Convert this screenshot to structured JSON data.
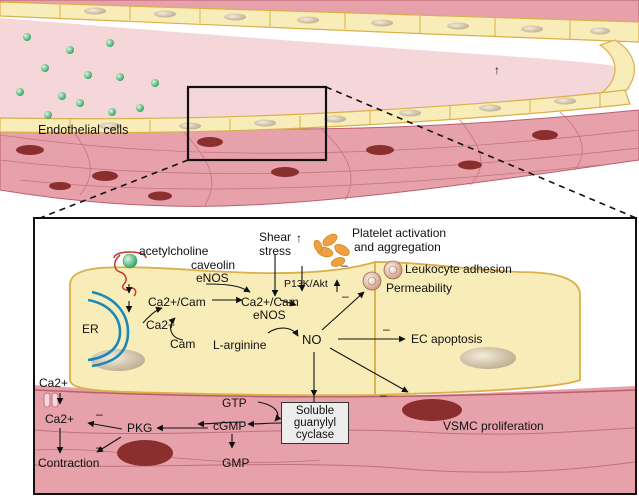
{
  "labels": {
    "endothelial_cells": "Endothelial cells",
    "acetylcholine": "acetylcholine",
    "caveolin": "caveolin",
    "enos_top": "eNOS",
    "ca_cam_left": "Ca2+/Cam",
    "ca_cam_right": "Ca2+/Cam",
    "enos_mid": "eNOS",
    "ca2_er": "Ca2+",
    "cam": "Cam",
    "er": "ER",
    "shear_stress_1": "Shear",
    "shear_stress_2": "stress",
    "pi3k": "P13K/Akt",
    "l_arginine": "L-arginine",
    "no": "NO",
    "platelet_1": "Platelet activation",
    "platelet_2": "and aggregation",
    "leukocyte": "Leukocyte adhesion",
    "permeability": "Permeability",
    "ec_apoptosis": "EC apoptosis",
    "vsmc": "VSMC proliferation",
    "gtp": "GTP",
    "cgmp": "cGMP",
    "gmp": "GMP",
    "pkg": "PKG",
    "ca2_top": "Ca2+",
    "ca2_smc": "Ca2+",
    "contraction": "Contraction",
    "sgc_1": "Soluble",
    "sgc_2": "guanylyl",
    "sgc_3": "cyclase",
    "minus": "–",
    "up_arrow": "↑"
  },
  "colors": {
    "endothelium": "#f8ecb8",
    "endothelium_border": "#d9b04a",
    "smooth_muscle": "#e9a7b1",
    "smooth_muscle_dark": "#c9707e",
    "nucleus_smc": "#8a2e2e",
    "nucleus_ec": "#d8c7a6",
    "lumen": "#f5d2d5",
    "green_dot": "#6cc48c",
    "platelet": "#f0a040",
    "er": "#1c88b8"
  }
}
